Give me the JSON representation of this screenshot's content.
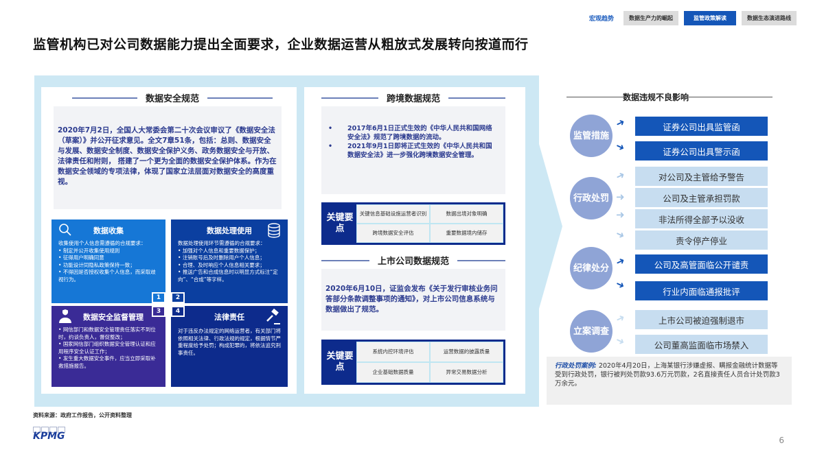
{
  "nav": {
    "link": "宏观趋势",
    "tabs": [
      {
        "label": "数据生产力的崛起",
        "active": false
      },
      {
        "label": "监管政策解读",
        "active": true
      },
      {
        "label": "数据生态演进路线",
        "active": false
      }
    ]
  },
  "title": "监管机构已对公司数据能力提出全面要求，企业数据运营从粗放式发展转向按道而行",
  "left": {
    "heading": "数据安全规范",
    "intro": "2020年7月2日，全国人大常委会第二十次会议审议了《数据安全法（草案）》并公开征求意见。全文7章51条，包括：总则、数据安全与发展、数据安全制度、数据安全保护义务、政务数据安全与开放、法律责任和附则， 搭建了一个更为全面的数据安全保护体系。作为在数据安全领域的专项法律，体现了国家立法层面对数据安全的高度重视。",
    "quadrants": [
      {
        "number": "1",
        "icon": "search-icon",
        "title": "数据收集",
        "lead": "收集使用个人信息需遵循的合规要求：",
        "items": [
          "制定并公开收集使用规则",
          "征得用户明确同意",
          "功能设计同隐私政策保持一致；",
          "不得因是否授权收集个人信息，而采取歧视行为。"
        ]
      },
      {
        "number": "2",
        "icon": "database-icon",
        "title": "数据处理使用",
        "lead": "数据处理使用环节需遵循的合规要求：",
        "items": [
          "加强对个人信息和重要数据保护；",
          "注销账号后及时删除用户个人信息；",
          "合理、及时响应个人信息相关要求；",
          "推送广告和合成信息时以明显方式标注“定向”、“合成”等字样。"
        ]
      },
      {
        "number": "3",
        "icon": "user-shield-icon",
        "title": "数据安全监督管理",
        "lead": "",
        "items": [
          "网信部门和数据安全管理责任落实不到位时，约谈负责人，督促整改；",
          "国家网信部门组织数据安全管理认证和应用程序安全认证工作；",
          "发生重大数据安全事件，应当立即采取补救措施报告。"
        ]
      },
      {
        "number": "4",
        "icon": "gavel-icon",
        "title": "法律责任",
        "lead": "",
        "items": [
          "对于违反办法规定的网络运营者，有关部门将依照相关法律、行政法规的规定，根据情节严重程度给予处罚；构成犯罪的，将依法追究刑事责任。"
        ]
      }
    ]
  },
  "middle": {
    "cross_border": {
      "heading": "跨境数据规范",
      "bullets": [
        "2017年6月1日正式生效的《中华人民共和国网络安全法》规范了跨境数据的流动。",
        "2021年9月1日即将正式生效的《中华人民共和国数据安全法》进一步强化跨境数据安全管理。"
      ],
      "key_label": "关键要点",
      "key_points": [
        "关键信息基础设施运营者识别",
        "数据出境对象明确",
        "跨境数据安全评估",
        "重要数据境内储存"
      ]
    },
    "listed": {
      "heading": "上市公司数据规范",
      "text": "2020年6月10日，证监会发布《关于发行审核业务问答部分条款调整事项的通知》，对上市公司信息系统与数据做出了规范。",
      "key_label": "关键要点",
      "key_points": [
        "系统内控环境评估",
        "运营数据的披露质量",
        "企业基础数据质量",
        "异常交易数据分析"
      ]
    }
  },
  "right": {
    "heading": "数据违规不良影响",
    "groups": [
      {
        "label": "监管措施",
        "tone": "dark",
        "items": [
          "证券公司出具监管函",
          "证券公司出具警示函"
        ]
      },
      {
        "label": "行政处罚",
        "tone": "light",
        "items": [
          "对公司及主管给予警告",
          "公司及主管承担罚款",
          "非法所得全部予以没收",
          "责令停产停业"
        ]
      },
      {
        "label": "纪律处分",
        "tone": "dark",
        "items": [
          "公司及高管面临公开谴责",
          "行业内面临通报批评"
        ]
      },
      {
        "label": "立案调查",
        "tone": "light",
        "items": [
          "上市公司被迫强制退市",
          "公司董高监面临市场禁入"
        ]
      }
    ],
    "case": {
      "label": "行政处罚案例:",
      "text": " 2020年4月20日，上海某银行涉嫌虚报、瞒报金融统计数据等受到行政处罚，银行被判处罚款93.6万元罚款，2名直接责任人员合计处罚款3万余元。"
    }
  },
  "footer": {
    "source": "资料来源：政府工作报告，公开资料整理",
    "logo": "KPMG",
    "page": "6"
  },
  "colors": {
    "accent_blue": "#1456b8",
    "frame": "#cde8f4",
    "circle": "#8fa4d6",
    "light_box": "#c7ddf0",
    "q1": "#1677d6",
    "q2": "#0b3fa0",
    "q3": "#3a2b96",
    "q4": "#0d2b8c"
  }
}
